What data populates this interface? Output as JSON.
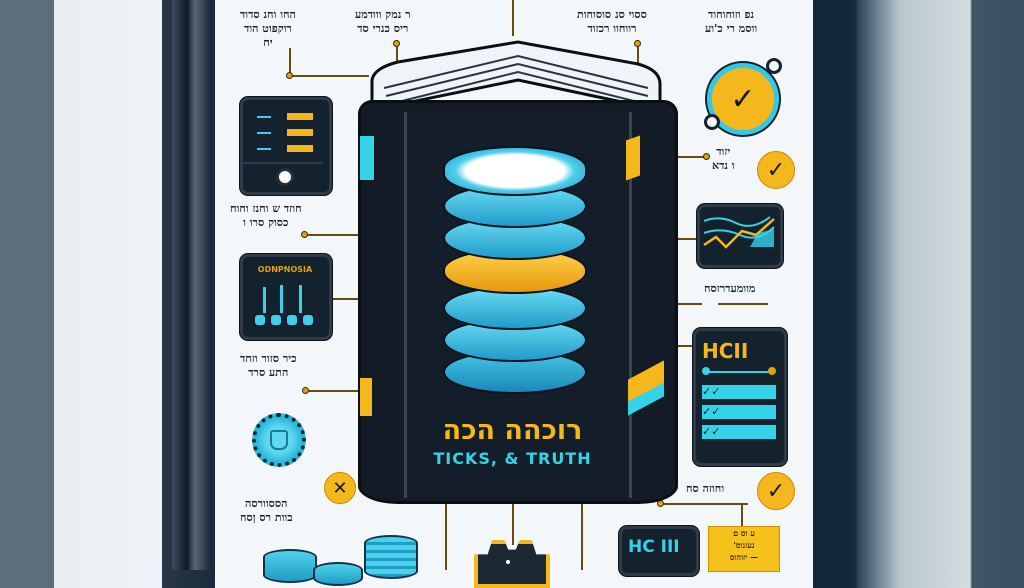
{
  "image": {
    "kind": "AI-generated infographic illustration",
    "colors": {
      "accent_cyan": "#35d3ea",
      "accent_yellow": "#f4b81c",
      "book_dark": "#121b26",
      "paper": "#f4f7f9",
      "connector": "#6b4c10"
    }
  },
  "book": {
    "title_hebrew": "רוכהה הכה",
    "title_english": "TICKS, & TRUTH",
    "icon": "database-stack-icon"
  },
  "labels": {
    "top_left": [
      "החו וחנ סדוד",
      "רוקפוט הוד",
      "יח"
    ],
    "top_center": [
      "ר נמק ווודמע",
      "ריס כנרי סד"
    ],
    "top_right_a": [
      "ססוי סנ סוסוחות",
      "רווחוו רכזוד"
    ],
    "top_right_b": [
      "נפ וזוחוחוד",
      "ווסמ רי כ'וע"
    ],
    "left_1": [
      "חוזד ש וחנז וחוח",
      "כסוק סרו ו"
    ],
    "left_2": [
      "כיר סזור וזחד",
      "התע סרד"
    ],
    "left_3": [
      "הססוורסה",
      "בוות רס ןסח"
    ],
    "right_1": [
      "יזוד",
      "ו נדא"
    ],
    "right_2": [
      "מוומעדרזסח"
    ],
    "right_3": [
      "וחוזה סח"
    ],
    "right_panel_title": "HCII",
    "bottom_panel_title": "HC III",
    "note_card": [
      "ע וס ם",
      "נעזנוס'",
      "— יזוהוס"
    ]
  },
  "icons": {
    "list_panel": "list-panel-icon",
    "sliders_panel": "sliders-panel-icon",
    "sliders_panel_header": "ODNPNOSIA",
    "shield_gear": "shield-gear-icon",
    "x_mark": "x-mark-icon",
    "check_ring": "check-ring-icon",
    "check_small": "check-icon",
    "chart_monitor": "line-chart-monitor-icon",
    "checklist_panel": "checklist-panel-icon",
    "gear": "gear-icon",
    "db_stacks": "database-icons"
  }
}
